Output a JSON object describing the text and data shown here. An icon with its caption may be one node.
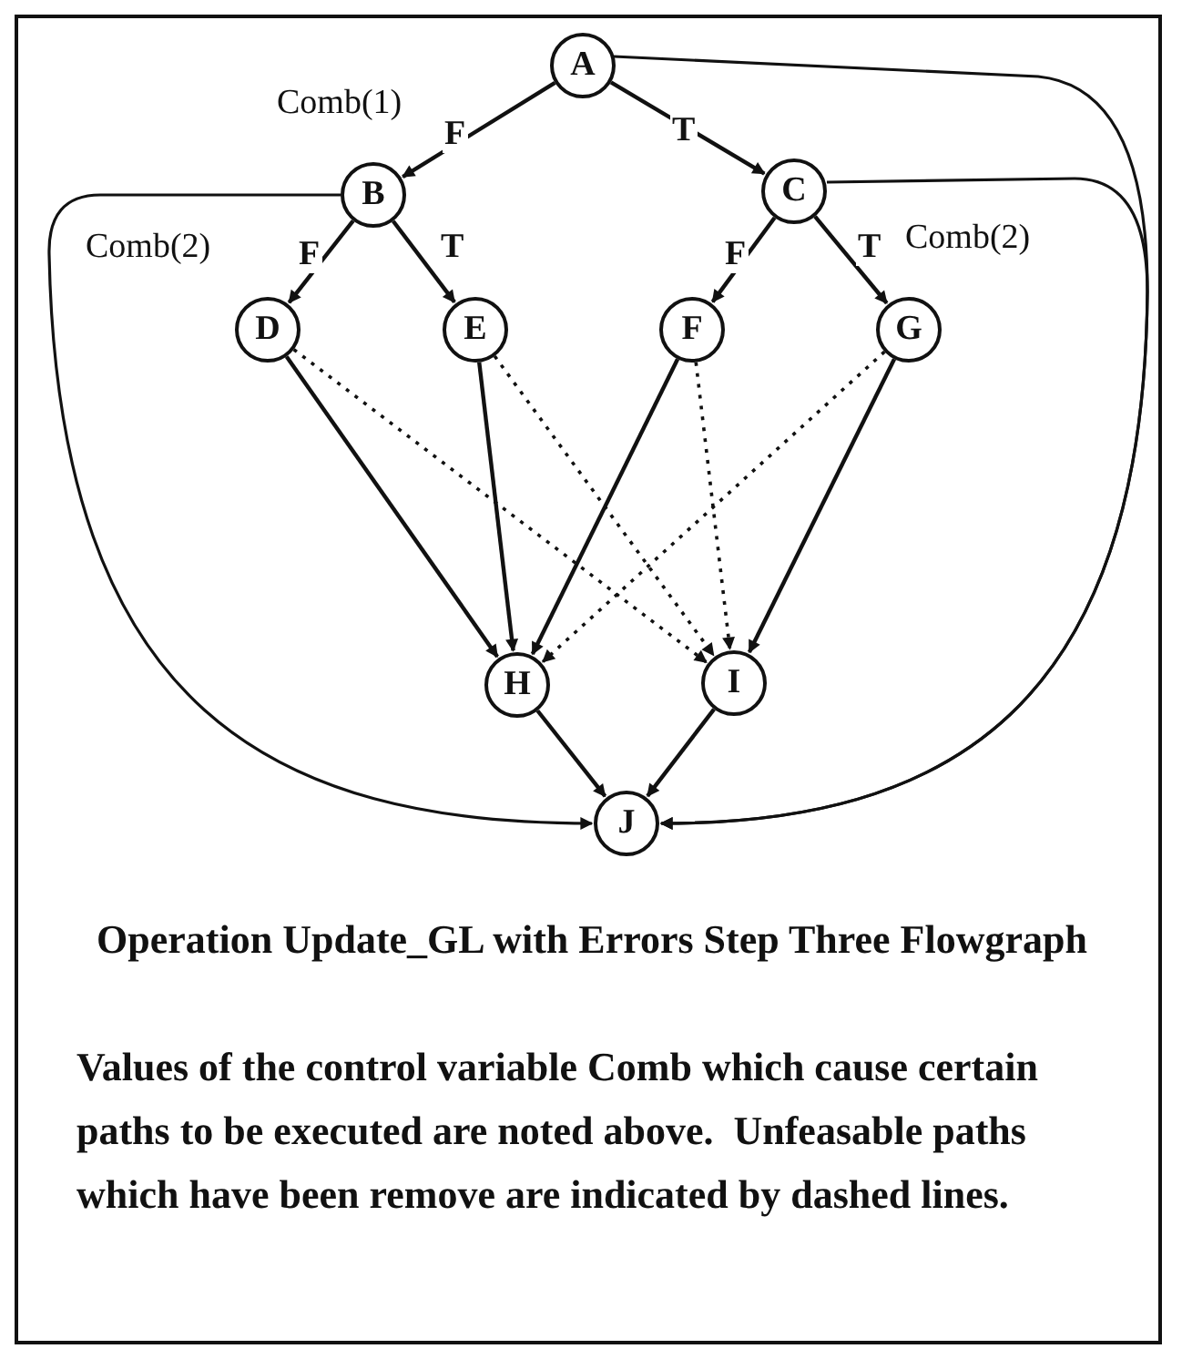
{
  "diagram": {
    "title": "Operation Update_GL with Errors Step Three Flowgraph",
    "caption": "Values of the control variable Comb which cause certain paths to be executed are noted above.  Unfeasable paths which have been remove are indicated by dashed lines.",
    "nodes": [
      {
        "text": [
          "A"
        ]
      },
      {
        "text": [
          "B"
        ]
      },
      {
        "text": [
          "C"
        ]
      },
      {
        "text": [
          "D"
        ]
      },
      {
        "text": [
          "E"
        ]
      },
      {
        "text": [
          "F"
        ]
      },
      {
        "text": [
          "G"
        ]
      },
      {
        "text": [
          "H"
        ]
      },
      {
        "text": [
          "I"
        ]
      },
      {
        "text": [
          "J"
        ]
      }
    ],
    "edges": [
      {
        "from": 0,
        "to": 1,
        "arrow": "to",
        "label": "F"
      },
      {
        "from": 0,
        "to": 2,
        "arrow": "to",
        "label": "T"
      },
      {
        "from": 1,
        "to": 3,
        "arrow": "to",
        "label": "F"
      },
      {
        "from": 1,
        "to": 4,
        "arrow": "to",
        "label": "T"
      },
      {
        "from": 2,
        "to": 5,
        "arrow": "to",
        "label": "F"
      },
      {
        "from": 2,
        "to": 6,
        "arrow": "to",
        "label": "T"
      },
      {
        "from": 3,
        "to": 7,
        "arrow": "to"
      },
      {
        "from": 3,
        "to": 8,
        "arrow": "to",
        "style": "dashed"
      },
      {
        "from": 4,
        "to": 7,
        "arrow": "to"
      },
      {
        "from": 4,
        "to": 8,
        "arrow": "to",
        "style": "dashed"
      },
      {
        "from": 5,
        "to": 7,
        "arrow": "to"
      },
      {
        "from": 5,
        "to": 8,
        "arrow": "to",
        "style": "dashed"
      },
      {
        "from": 6,
        "to": 7,
        "arrow": "to",
        "style": "dashed"
      },
      {
        "from": 6,
        "to": 8,
        "arrow": "to"
      },
      {
        "from": 7,
        "to": 9,
        "arrow": "to"
      },
      {
        "from": 8,
        "to": 9,
        "arrow": "to"
      },
      {
        "from": 1,
        "to": 9,
        "arrow": "to"
      },
      {
        "from": 0,
        "to": 9,
        "arrow": "to"
      },
      {
        "from": 2,
        "to": 9,
        "arrow": "to"
      }
    ],
    "labels": [
      "Comb(1)",
      "Comb(2)",
      "Comb(2)"
    ]
  }
}
